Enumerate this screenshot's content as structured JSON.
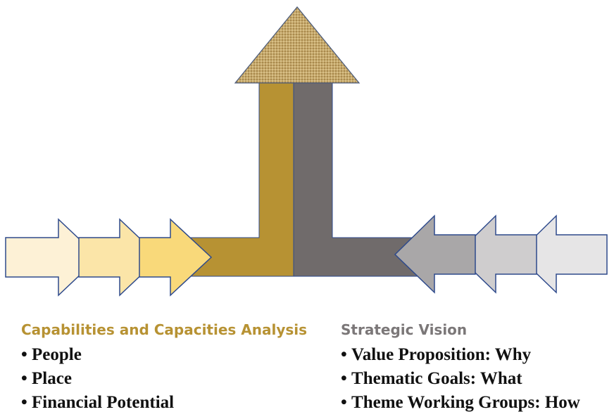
{
  "colors": {
    "gold": "#b79233",
    "grey": "#706b6b",
    "left_arrows": [
      "#fdf1d6",
      "#fbe5a8",
      "#f9d97a"
    ],
    "right_arrows": [
      "#a9a7a8",
      "#cfcdce",
      "#e6e5e6"
    ],
    "outline": "#2e4a8c",
    "roof": "#c6a96b"
  },
  "left_panel": {
    "heading": "Capabilities and Capacities Analysis",
    "items": [
      "People",
      "Place",
      "Financial Potential"
    ]
  },
  "right_panel": {
    "heading": "Strategic Vision",
    "items": [
      "Value Proposition: Why",
      "Thematic Goals: What",
      "Theme Working Groups: How"
    ]
  }
}
